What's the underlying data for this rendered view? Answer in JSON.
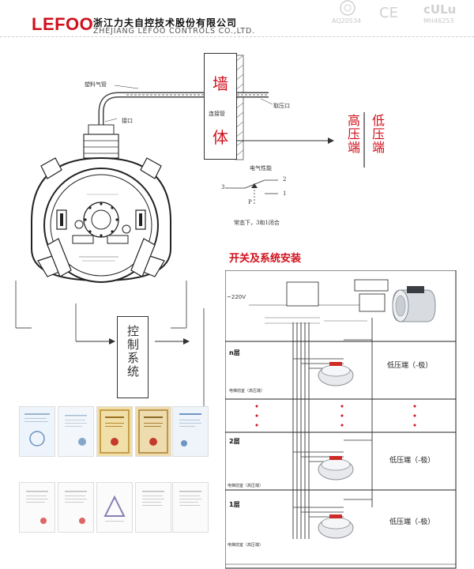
{
  "header": {
    "logo": "LEFOO",
    "company_cn": "浙江力夫自控技术股份有限公司",
    "company_en": "ZHEJIANG LEFOO CONTROLS CO.,LTD.",
    "cert_code_1": "AQ20534",
    "cert_code_2": "MH46253"
  },
  "wall_diagram": {
    "wall_char_1": "墙",
    "wall_char_2": "体",
    "plastic_tube": "塑料气管",
    "connector_tube": "连接管",
    "port": "接口",
    "pressure_inlet": "取压口",
    "high_pressure_end": "高压端",
    "low_pressure_end": "低压端",
    "electrical_label": "电气性能",
    "term_1": "1",
    "term_2": "2",
    "term_3": "3",
    "term_p": "P",
    "normal_state": "常态下，3和1闭合"
  },
  "control": {
    "label": "控制系统"
  },
  "install": {
    "title": "开关及系统安装",
    "voltage": "~220V",
    "floors": [
      {
        "name": "n层",
        "low": "低压端（-极）",
        "pos": "电梯前室（高压端）"
      },
      {
        "name": "2层",
        "low": "低压端（-极）",
        "pos": "电梯前室（高压端）"
      },
      {
        "name": "1层",
        "low": "低压端（-极）",
        "pos": "电梯前室（高压端）"
      }
    ]
  },
  "colors": {
    "brand_red": "#d0101c",
    "line": "#333333"
  }
}
